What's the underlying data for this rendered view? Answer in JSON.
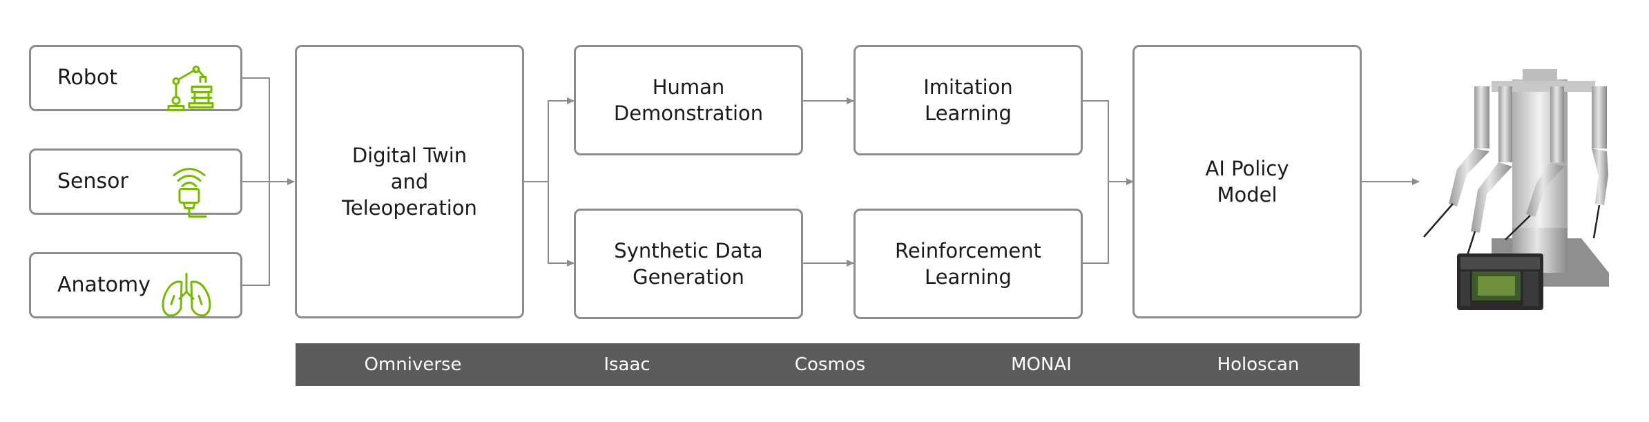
{
  "inputs": {
    "robot": "Robot",
    "sensor": "Sensor",
    "anatomy": "Anatomy"
  },
  "stages": {
    "digital_twin": "Digital Twin\nand\nTeleoperation",
    "human_demo": "Human\nDemonstration",
    "synthetic_data": "Synthetic Data\nGeneration",
    "imitation": "Imitation\nLearning",
    "reinforcement": "Reinforcement\nLearning",
    "policy": "AI Policy\nModel"
  },
  "platforms": [
    "Omniverse",
    "Isaac",
    "Cosmos",
    "MONAI",
    "Holoscan"
  ],
  "colors": {
    "icon_green": "#76b900",
    "border": "#8c8c8c",
    "connector": "#8c8c8c",
    "bar": "#5b5b5b"
  },
  "icons": [
    "robot-arm-icon",
    "sensor-probe-icon",
    "lungs-icon"
  ]
}
